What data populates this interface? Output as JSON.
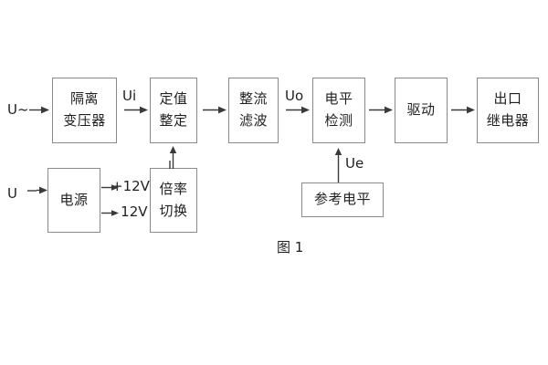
{
  "diagram": {
    "caption": "图 1",
    "line_color": "#8a8a8a",
    "text_color": "#1f1f1f",
    "background": "#ffffff",
    "blocks": [
      {
        "id": "isolation-transformer",
        "lines": [
          "隔离",
          "变压器"
        ]
      },
      {
        "id": "setting-value",
        "lines": [
          "定值",
          "整定"
        ]
      },
      {
        "id": "rectify-filter",
        "lines": [
          "整流",
          "滤波"
        ]
      },
      {
        "id": "level-detection",
        "lines": [
          "电平",
          "检测"
        ]
      },
      {
        "id": "drive",
        "lines": [
          "驱动"
        ]
      },
      {
        "id": "output-relay",
        "lines": [
          "出口",
          "继电器"
        ]
      },
      {
        "id": "power-supply",
        "lines": [
          "电源"
        ]
      },
      {
        "id": "multiplier-switch",
        "lines": [
          "倍率",
          "切换"
        ]
      },
      {
        "id": "reference-level",
        "lines": [
          "参考电平"
        ]
      }
    ],
    "signals": {
      "input_ac": "U~",
      "input_dc": "U",
      "ui": "Ui",
      "uo": "Uo",
      "ue": "Ue",
      "plus12v": "+12V",
      "minus12v": "- 12V"
    }
  }
}
